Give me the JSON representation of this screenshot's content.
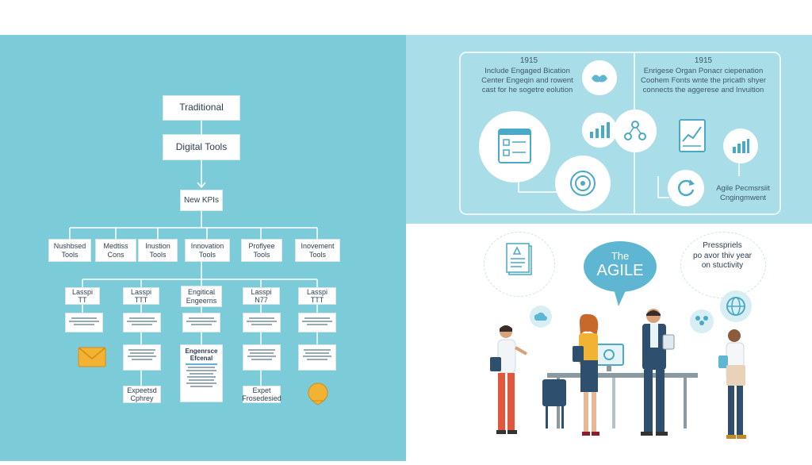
{
  "colors": {
    "left_bg": "#7ccbd9",
    "right_top_bg": "#a9dde7",
    "right_bottom_bg": "#ffffff",
    "accent": "#4aa9c6",
    "node_text": "#2c3e50",
    "envelope": "#f2b233",
    "bell": "#f2b233"
  },
  "flow": {
    "top": [
      "Traditional",
      "Digital Tools",
      "New KPIs"
    ],
    "row1": [
      "Nushbsed Tools",
      "Medtiss Cons",
      "Inustion Tools",
      "Innovation Tools",
      "Proflyee Tools",
      "Inovement Tools"
    ],
    "row2": [
      "Lasspi TT",
      "Lasspi TTT",
      "Engitical Engeerns",
      "Lasspi N77",
      "Lasspi TTT"
    ],
    "row4": [
      "Engenrsce Efcenal"
    ],
    "row5": [
      "Expeetsd Cphrey",
      "Expet Frosedesied"
    ]
  },
  "top_right": {
    "left_heading": "1915",
    "left_text": "Include Engaged Bication\nCenter Engeqin and rowent\ncast for he sogetre eolution",
    "right_heading": "1915",
    "right_text": "Enrigese Organ Ponacr ciepenation\nCoohem Fonts wnte the pricath shyer\nconnects the aggerese and Invuition",
    "bottom_caption": "Agile Pecmsrsiit\nCngingmwent"
  },
  "bottom_right": {
    "agile_small": "The",
    "agile_big": "AGILE",
    "project_text": "Presspriels\npo avor thiv year\non stuctivity"
  },
  "icons": {
    "envelope": "envelope-icon",
    "bell": "bell-icon",
    "document": "document-icon",
    "bar_chart": "bar-chart-icon",
    "network": "network-icon",
    "target": "target-icon",
    "hands": "hands-icon",
    "refresh": "refresh-icon",
    "globe": "globe-icon",
    "team": "team-icon",
    "monitor": "monitor-icon"
  }
}
